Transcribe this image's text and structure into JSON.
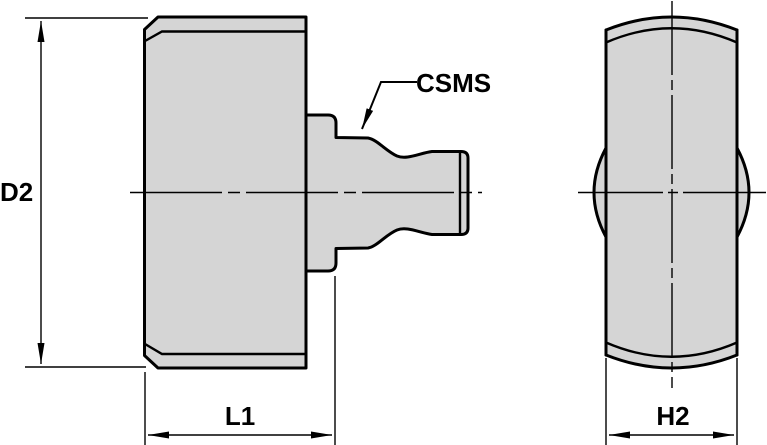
{
  "drawing": {
    "kind": "technical-drawing",
    "connection_label": "CSMS",
    "dimensions": {
      "diameter": {
        "label": "D2"
      },
      "length": {
        "label": "L1"
      },
      "height": {
        "label": "H2"
      }
    }
  },
  "colors": {
    "body_fill": "#d5d5d5",
    "line": "#000000",
    "background": "#ffffff"
  }
}
